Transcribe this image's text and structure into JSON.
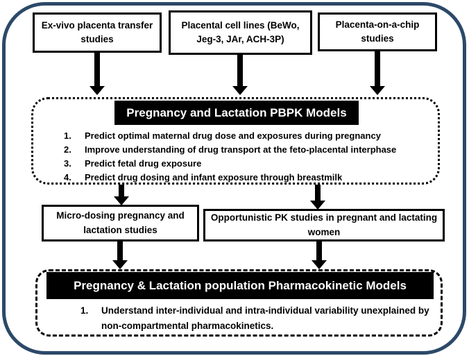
{
  "frame": {
    "border_color": "#2c4968",
    "background": "#ffffff",
    "box_border_color": "#000000",
    "header_bg": "#000000",
    "header_text_color": "#ffffff"
  },
  "top_boxes": [
    {
      "label": "Ex-vivo placenta transfer studies"
    },
    {
      "label": "Placental cell lines (BeWo, Jeg-3,  JAr, ACH-3P)"
    },
    {
      "label": "Placenta-on-a-chip studies"
    }
  ],
  "pbpk_panel": {
    "title": "Pregnancy and Lactation PBPK Models",
    "items": [
      {
        "num": "1.",
        "text": "Predict optimal maternal drug dose and exposures during pregnancy"
      },
      {
        "num": "2.",
        "text": "Improve understanding of drug transport at the feto-placental interphase"
      },
      {
        "num": "3.",
        "text": "Predict fetal drug exposure"
      },
      {
        "num": "4.",
        "text": "Predict drug dosing and infant exposure through breastmilk"
      }
    ]
  },
  "mid_boxes": [
    {
      "label": "Micro-dosing pregnancy and lactation studies"
    },
    {
      "label": "Opportunistic PK studies in pregnant and lactating women"
    }
  ],
  "poppk_panel": {
    "title": "Pregnancy & Lactation population Pharmacokinetic Models",
    "items": [
      {
        "num": "1.",
        "text": "Understand inter-individual and intra-individual variability unexplained by non-compartmental pharmacokinetics."
      }
    ]
  }
}
